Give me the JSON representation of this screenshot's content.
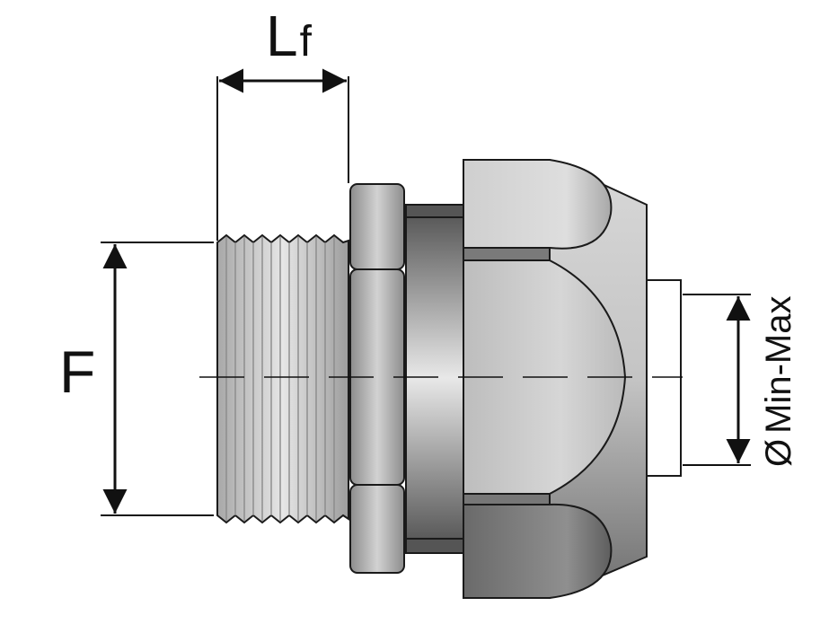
{
  "labels": {
    "thread_length": "L",
    "thread_length_sub": "f",
    "thread_diameter": "F",
    "cable_range_symbol": "Ø",
    "cable_range": "Min-Max"
  },
  "colors": {
    "outline": "#1a1a1a",
    "thread_light": "#e2e2e2",
    "thread_dark": "#9a9a9a",
    "nut_light": "#c9c9c9",
    "nut_dark": "#8e8e8e",
    "body_light": "#dcdcdc",
    "body_dark": "#8a8a8a",
    "background": "#ffffff"
  }
}
